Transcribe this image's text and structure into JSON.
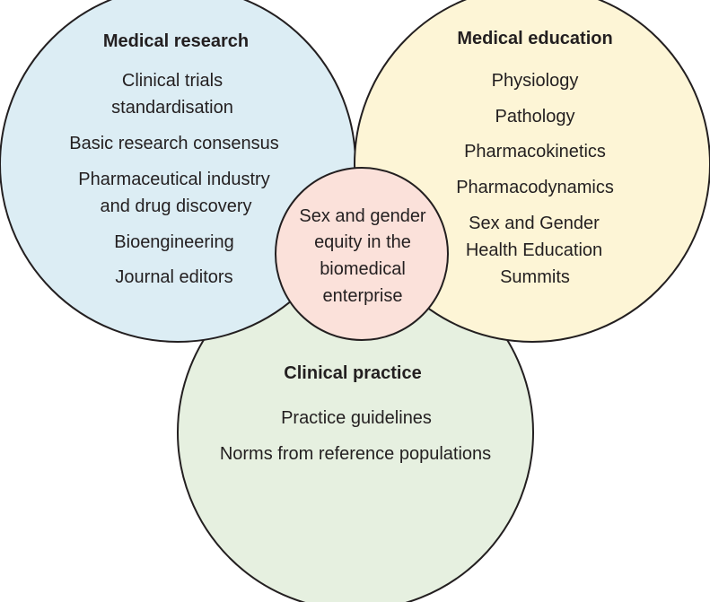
{
  "colors": {
    "medical_research_fill": "#dcedf4",
    "medical_education_fill": "#fdf5d6",
    "clinical_practice_fill": "#e6f0e0",
    "center_fill": "#fbe1da",
    "stroke": "#231f20",
    "text": "#231f20"
  },
  "medical_research": {
    "title": "Medical research",
    "items": [
      "Clinical trials",
      "standardisation",
      "Basic research consensus",
      "Pharmaceutical industry",
      "and drug discovery",
      "Bioengineering",
      "Journal editors"
    ]
  },
  "medical_education": {
    "title": "Medical education",
    "items": [
      "Physiology",
      "Pathology",
      "Pharmacokinetics",
      "Pharmacodynamics",
      "Sex and Gender",
      "Health Education",
      "Summits"
    ]
  },
  "clinical_practice": {
    "title": "Clinical practice",
    "items": [
      "Practice guidelines",
      "Norms from reference populations"
    ]
  },
  "center": {
    "lines": [
      "Sex and gender",
      "equity in the",
      "biomedical",
      "enterprise"
    ]
  }
}
